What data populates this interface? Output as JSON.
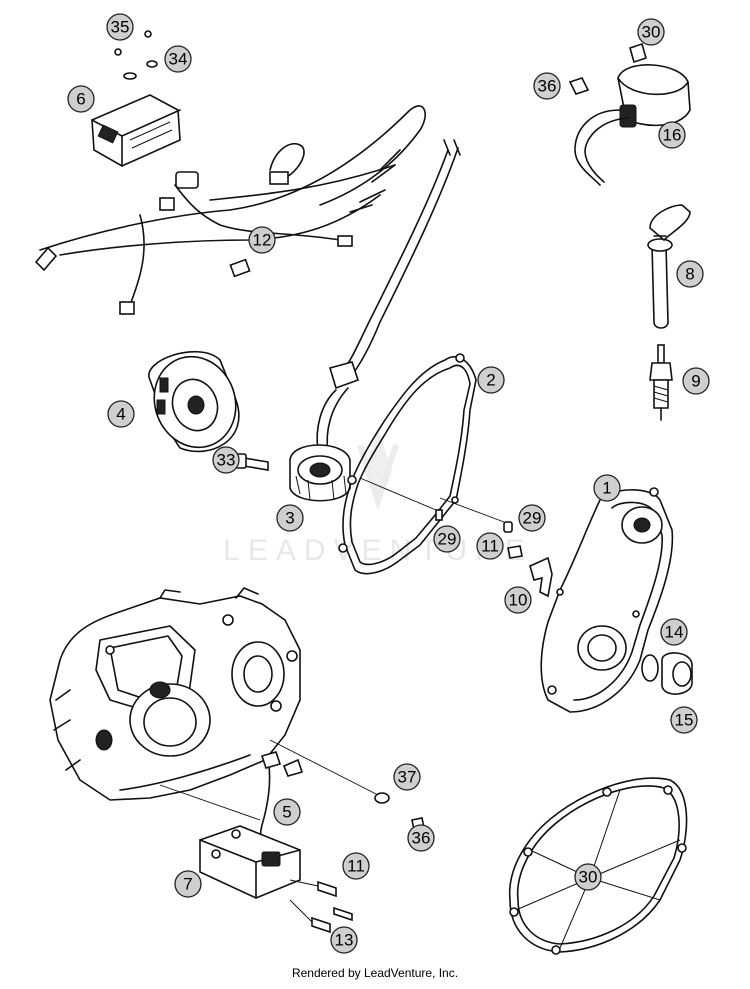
{
  "watermark": "LEADVENTURE",
  "footer": "Rendered by LeadVenture, Inc.",
  "callouts": [
    {
      "id": "c35",
      "label": "35"
    },
    {
      "id": "c34",
      "label": "34"
    },
    {
      "id": "c6",
      "label": "6"
    },
    {
      "id": "c30a",
      "label": "30"
    },
    {
      "id": "c36a",
      "label": "36"
    },
    {
      "id": "c16",
      "label": "16"
    },
    {
      "id": "c12",
      "label": "12"
    },
    {
      "id": "c8",
      "label": "8"
    },
    {
      "id": "c9",
      "label": "9"
    },
    {
      "id": "c4",
      "label": "4"
    },
    {
      "id": "c2",
      "label": "2"
    },
    {
      "id": "c33",
      "label": "33"
    },
    {
      "id": "c3",
      "label": "3"
    },
    {
      "id": "c1",
      "label": "1"
    },
    {
      "id": "c29a",
      "label": "29"
    },
    {
      "id": "c29b",
      "label": "29"
    },
    {
      "id": "c11a",
      "label": "11"
    },
    {
      "id": "c10",
      "label": "10"
    },
    {
      "id": "c14",
      "label": "14"
    },
    {
      "id": "c15",
      "label": "15"
    },
    {
      "id": "c37",
      "label": "37"
    },
    {
      "id": "c5",
      "label": "5"
    },
    {
      "id": "c36b",
      "label": "36"
    },
    {
      "id": "c11b",
      "label": "11"
    },
    {
      "id": "c7",
      "label": "7"
    },
    {
      "id": "c13",
      "label": "13"
    },
    {
      "id": "c30b",
      "label": "30"
    }
  ]
}
